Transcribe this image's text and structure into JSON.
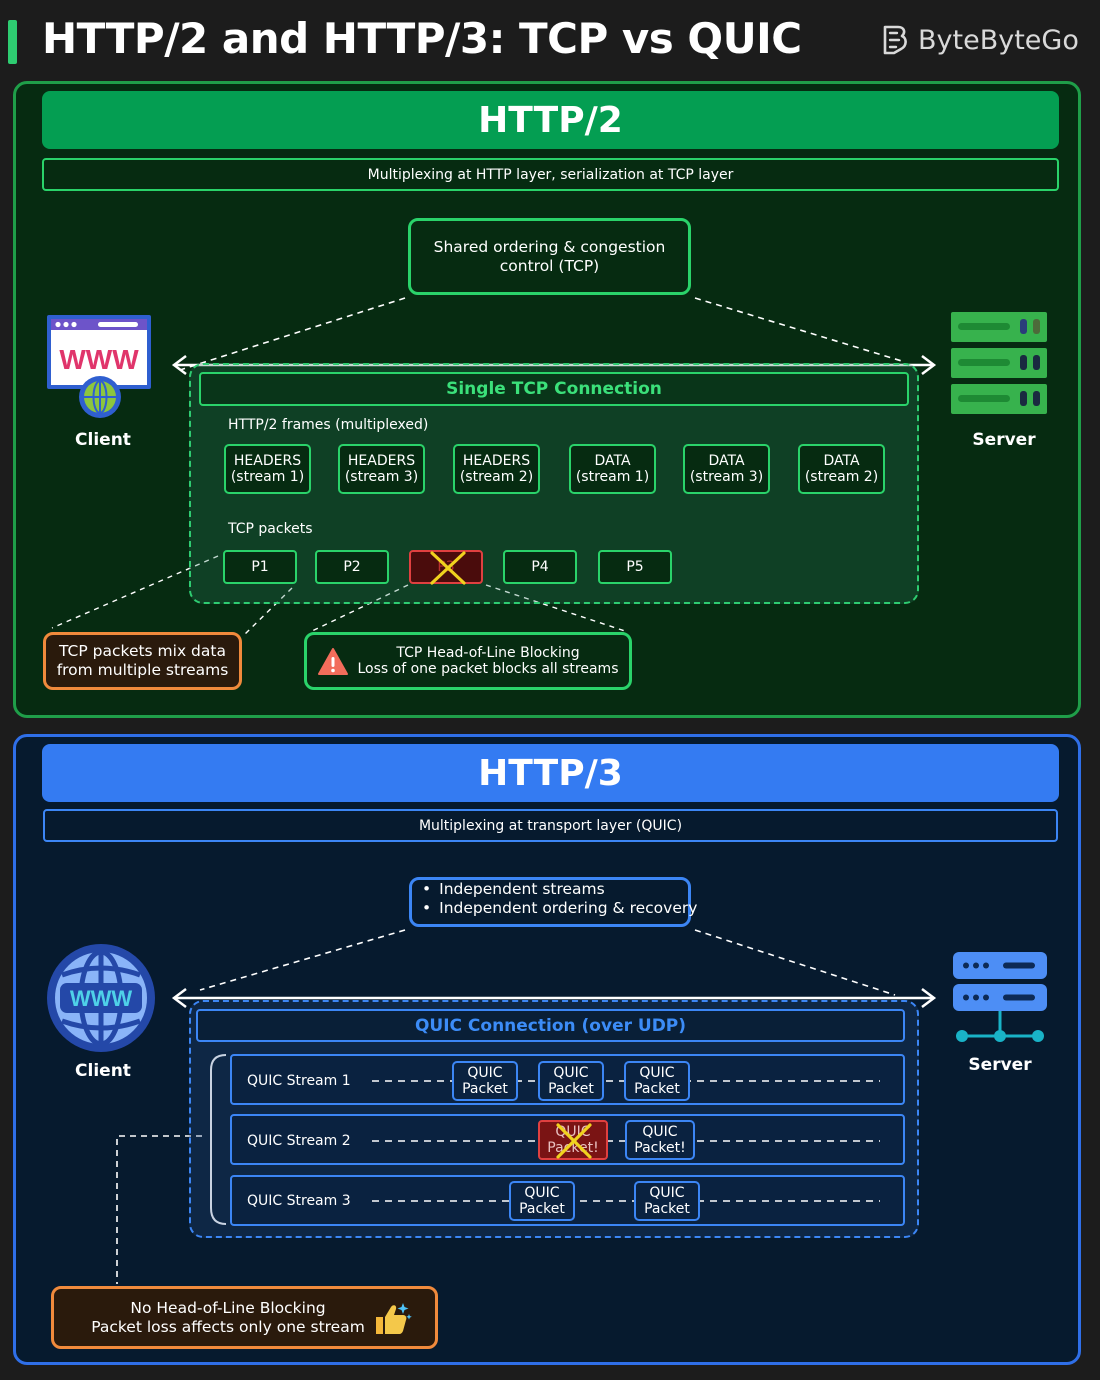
{
  "header": {
    "title": "HTTP/2 and HTTP/3: TCP vs QUIC",
    "brand": "ByteByteGo"
  },
  "http2": {
    "banner": "HTTP/2",
    "subtitle": "Multiplexing at HTTP layer, serialization at TCP layer",
    "shared_control": "Shared ordering & congestion control (TCP)",
    "client_label": "Client",
    "client_icon_text": "WWW",
    "server_label": "Server",
    "connection_title": "Single TCP Connection",
    "frames_label": "HTTP/2 frames (multiplexed)",
    "frames": [
      {
        "type": "HEADERS",
        "stream": "(stream 1)"
      },
      {
        "type": "HEADERS",
        "stream": "(stream 3)"
      },
      {
        "type": "HEADERS",
        "stream": "(stream 2)"
      },
      {
        "type": "DATA",
        "stream": "(stream 1)"
      },
      {
        "type": "DATA",
        "stream": "(stream 3)"
      },
      {
        "type": "DATA",
        "stream": "(stream 2)"
      }
    ],
    "packets_label": "TCP packets",
    "packets": [
      {
        "label": "P1",
        "lost": false
      },
      {
        "label": "P2",
        "lost": false
      },
      {
        "label": "P3",
        "lost": true
      },
      {
        "label": "P4",
        "lost": false
      },
      {
        "label": "P5",
        "lost": false
      }
    ],
    "mix_callout": "TCP packets mix data from multiple streams",
    "hol_title": "TCP Head-of-Line Blocking",
    "hol_detail": "Loss of one packet blocks all streams"
  },
  "http3": {
    "banner": "HTTP/3",
    "subtitle": "Multiplexing at transport layer (QUIC)",
    "bullets": [
      "Independent streams",
      "Independent ordering & recovery"
    ],
    "client_label": "Client",
    "client_icon_text": "WWW",
    "server_label": "Server",
    "connection_title": "QUIC Connection (over UDP)",
    "streams": [
      {
        "label": "QUIC Stream 1",
        "packets": [
          {
            "line1": "QUIC",
            "line2": "Packet",
            "lost": false
          },
          {
            "line1": "QUIC",
            "line2": "Packet",
            "lost": false
          },
          {
            "line1": "QUIC",
            "line2": "Packet",
            "lost": false
          }
        ]
      },
      {
        "label": "QUIC Stream 2",
        "packets": [
          {
            "line1": "QUIC",
            "line2": "Packet!",
            "lost": true
          },
          {
            "line1": "QUIC",
            "line2": "Packet!",
            "lost": false
          }
        ]
      },
      {
        "label": "QUIC Stream 3",
        "packets": [
          {
            "line1": "QUIC",
            "line2": "Packet",
            "lost": false
          },
          {
            "line1": "QUIC",
            "line2": "Packet",
            "lost": false
          }
        ]
      }
    ],
    "no_hol_title": "No Head-of-Line Blocking",
    "no_hol_detail": "Packet loss affects only one stream"
  },
  "colors": {
    "http2_green": "#049e52",
    "http2_border": "#1f9e49",
    "http3_blue": "#347bf2",
    "lost_red": "#e04040",
    "callout_orange": "#f08a3c",
    "lost_mark_yellow": "#f0d21e"
  },
  "icons": {
    "brand": "bytebytego-logo-icon",
    "http2_client": "browser-window-globe-icon",
    "http2_server": "server-rack-icon",
    "http3_client": "globe-www-icon",
    "http3_server": "network-server-icon",
    "warning": "warning-triangle-icon",
    "no_hol": "thumbs-up-sparkle-icon",
    "lost": "x-mark-icon"
  }
}
